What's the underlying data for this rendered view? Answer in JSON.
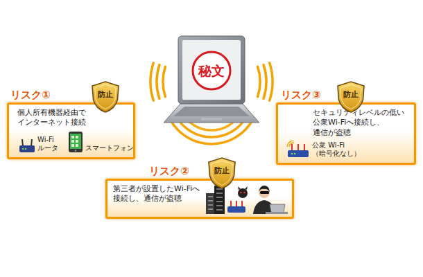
{
  "diagram": {
    "nodes": [
      {
        "text": [
          "リスク①",
          "個人所有機器経由で インターネット接続",
          "Wi-Fi ルータ",
          "スマートフォン"
        ]
      },
      {
        "text": [
          "防止"
        ]
      },
      {
        "text": [
          "リスク③",
          "セキュリティレベルの低い 公衆Wi-Fiへ接続し、 通信が盗聴",
          "公衆 Wi-Fi （暗号化なし）"
        ]
      },
      {
        "text": [
          "防止"
        ]
      },
      {
        "text": [
          "リスク②",
          "第三者が設置したWi-Fiへ 接続し、通信が盗聴"
        ]
      },
      {
        "text": [
          "防止"
        ]
      }
    ],
    "labels": [
      "秘文"
    ]
  }
}
